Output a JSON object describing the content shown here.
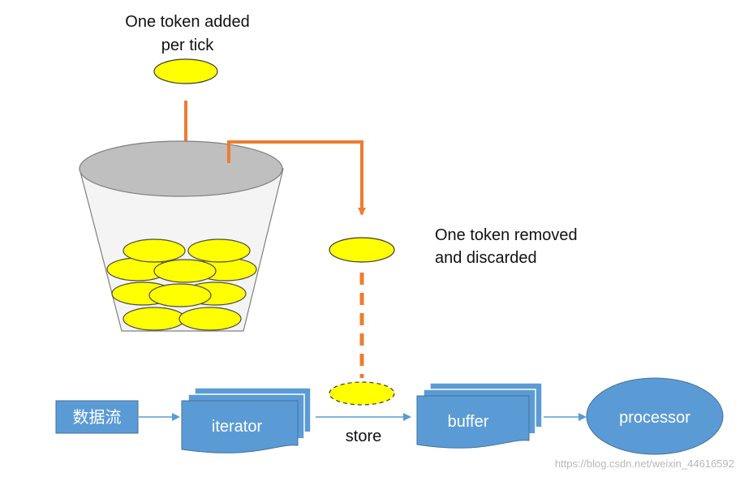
{
  "labels": {
    "token_added_line1": "One token added",
    "token_added_line2": "per tick",
    "token_removed_line1": "One token removed",
    "token_removed_line2": "and discarded",
    "store": "store"
  },
  "boxes": {
    "input": "数据流",
    "iterator": "iterator",
    "buffer": "buffer",
    "processor": "processor"
  },
  "watermark": "https://blog.csdn.net/weixin_44616592",
  "colors": {
    "token_fill": "#ffff00",
    "arrow_orange": "#ed7d31",
    "box_blue": "#5b9bd5",
    "bucket_top": "#bfbfbf"
  }
}
